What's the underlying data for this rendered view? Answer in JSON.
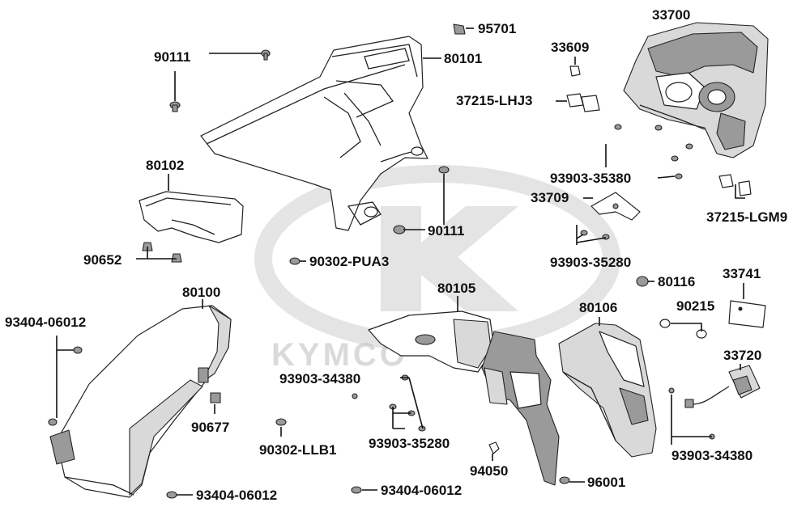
{
  "diagram": {
    "watermark": "KYMCO",
    "labels": {
      "p95701": "95701",
      "p33700": "33700",
      "p90111_a": "90111",
      "p80101": "80101",
      "p33609": "33609",
      "p37215_lhj3": "37215-LHJ3",
      "p80102": "80102",
      "p93903_35380": "93903-35380",
      "p33709": "33709",
      "p37215_lgm9": "37215-LGM9",
      "p90111_b": "90111",
      "p90652": "90652",
      "p90302_pua3": "90302-PUA3",
      "p93903_35280_a": "93903-35280",
      "p80116": "80116",
      "p33741": "33741",
      "p80100": "80100",
      "p80105": "80105",
      "p80106": "80106",
      "p90215": "90215",
      "p93404_06012_a": "93404-06012",
      "p33720": "33720",
      "p93903_34380_a": "93903-34380",
      "p90677": "90677",
      "p90302_llb1": "90302-LLB1",
      "p93903_35280_b": "93903-35280",
      "p93903_34380_b": "93903-34380",
      "p94050": "94050",
      "p96001": "96001",
      "p93404_06012_b": "93404-06012",
      "p93404_06012_c": "93404-06012"
    }
  }
}
